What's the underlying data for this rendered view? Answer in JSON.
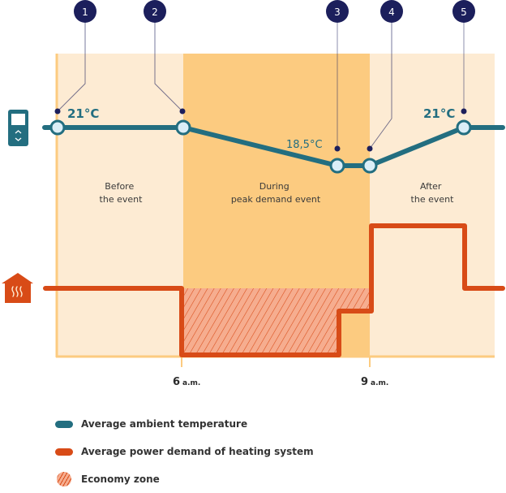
{
  "colors": {
    "temperature": "#236e80",
    "power": "#d84b17",
    "economy_fill": "#f6ad8f",
    "phase_light": "#fdebd3",
    "phase_peak": "#fccb80",
    "axis": "#fccb80",
    "marker": "#1c1f5c",
    "node_fill": "#dbeef7"
  },
  "icons": {
    "thermostat": "thermostat-icon",
    "heating": "house-heating-icon"
  },
  "phases": [
    {
      "label_line1": "Before",
      "label_line2": "the event"
    },
    {
      "label_line1": "During",
      "label_line2": "peak demand event"
    },
    {
      "label_line1": "After",
      "label_line2": "the event"
    }
  ],
  "times": [
    {
      "value": "6",
      "unit": "a.m."
    },
    {
      "value": "9",
      "unit": "a.m."
    }
  ],
  "temperature_labels": {
    "start": "21°C",
    "low": "18,5°C",
    "end": "21°C"
  },
  "markers": [
    "1",
    "2",
    "3",
    "4",
    "5"
  ],
  "legend": [
    {
      "label": "Average ambient temperature",
      "type": "line-temperature"
    },
    {
      "label": "Average power demand of heating system",
      "type": "line-power"
    },
    {
      "label": "Economy zone",
      "type": "hatch"
    }
  ]
}
